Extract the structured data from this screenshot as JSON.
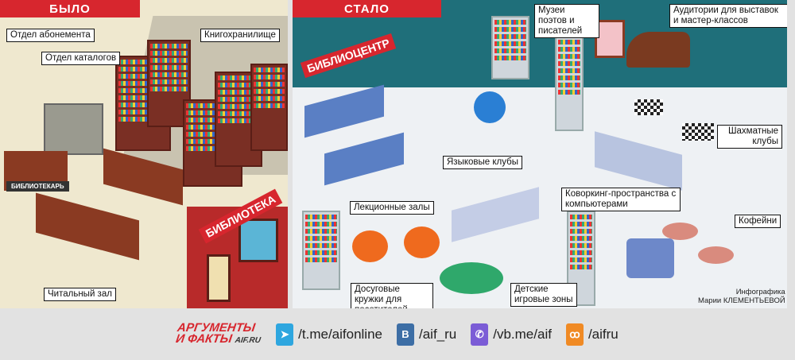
{
  "before": {
    "tab": "БЫЛО",
    "sign": "БИБЛИОТЕКА",
    "desk_sign": "БИБЛИОТЕКАРЬ",
    "labels": {
      "subscription": "Отдел абонемента",
      "catalogs": "Отдел каталогов",
      "storage": "Книгохранилище",
      "reading_room": "Читальный зал"
    }
  },
  "after": {
    "tab": "СТАЛО",
    "sign": "БИБЛИОЦЕНТР",
    "labels": {
      "museums": "Музеи поэтов и писателей",
      "auditoriums": "Аудитории для выставок и мастер-классов",
      "chess": "Шахматные клубы",
      "language": "Языковые клубы",
      "coworking": "Коворкинг-пространства с компьютерами",
      "lectures": "Лекционные залы",
      "cafes": "Кофейни",
      "leisure": "Досуговые кружки для посетителей",
      "kids": "Детские игровые зоны"
    },
    "credit_line1": "Инфографика",
    "credit_line2": "Марии КЛЕМЕНТЬЕВОЙ"
  },
  "footer": {
    "logo_line1": "АРГУМЕНТЫ",
    "logo_line2": "И ФАКТЫ",
    "logo_site": "AIF.RU",
    "links": [
      {
        "icon": "telegram-icon",
        "text": "/t.me/aifonline",
        "color": "#2ea6df"
      },
      {
        "icon": "vk-icon",
        "text": "/aif_ru",
        "color": "#3d6ea5"
      },
      {
        "icon": "viber-icon",
        "text": "/vb.me/aif",
        "color": "#7b5cd6"
      },
      {
        "icon": "ok-icon",
        "text": "/aifru",
        "color": "#f08a24"
      }
    ]
  }
}
